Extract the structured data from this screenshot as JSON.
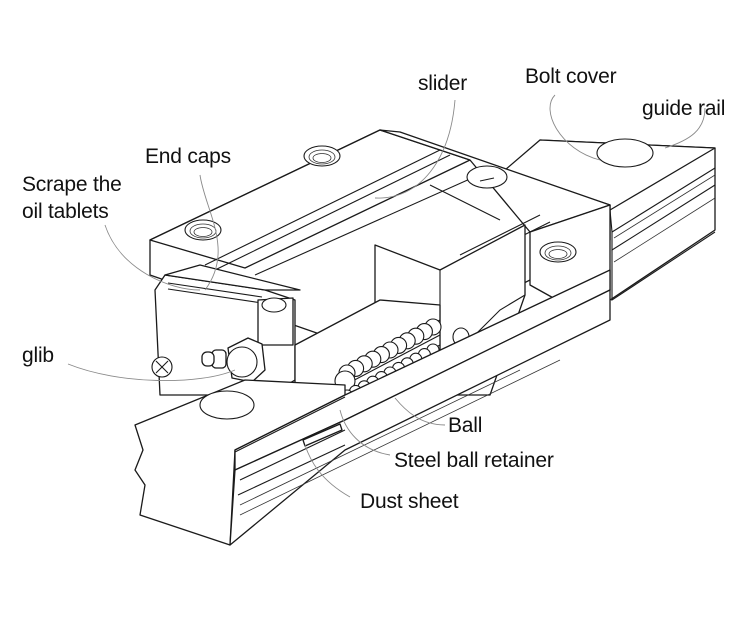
{
  "diagram": {
    "title": "Linear guide rail assembly (exploded cutaway)",
    "colors": {
      "background": "#ffffff",
      "line": "#1a1a1a",
      "leader": "#8a8a8a",
      "text": "#111111"
    },
    "labels": {
      "slider": "slider",
      "bolt_cover": "Bolt cover",
      "guide_rail": "guide rail",
      "end_caps": "End caps",
      "scrape_line1": "Scrape the",
      "scrape_line2": "oil tablets",
      "glib": "glib",
      "ball": "Ball",
      "steel_ball_retainer": "Steel ball retainer",
      "dust_sheet": "Dust sheet"
    }
  }
}
